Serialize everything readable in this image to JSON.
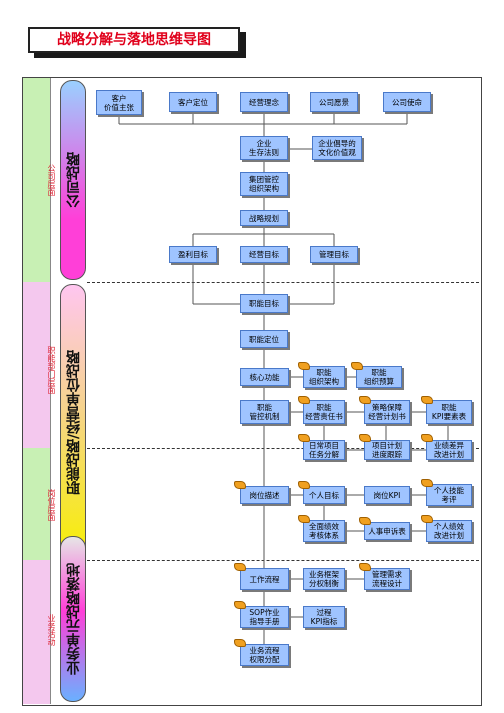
{
  "title": "战略分解与落地思维导图",
  "bands": [
    {
      "id": "company",
      "label": "公司层面",
      "pillar": "公司战略",
      "color": "#c8f0b4"
    },
    {
      "id": "dept",
      "label": "职能部门层面",
      "pillar": "职能战略/经营单位战略",
      "color": "#f4c8ee"
    },
    {
      "id": "post",
      "label": "岗位层面",
      "pillar": "",
      "color": "#c8f0b4"
    },
    {
      "id": "biz",
      "label": "业务活动",
      "pillar": "业务单元战略落地",
      "color": "#f4c8ee"
    }
  ],
  "nodes": {
    "customer_value": "客户\n价值主张",
    "customer_position": "客户定位",
    "business_idea": "经营理念",
    "vision": "公司愿景",
    "mission": "公司使命",
    "survival_rule": "企业\n生存法则",
    "culture_values": "企业倡导的\n文化价值观",
    "group_control": "集团管控\n组织架构",
    "strategy_plan": "战略规划",
    "profit_goal": "盈利目标",
    "business_goal": "经营目标",
    "manage_goal": "管理目标",
    "function_goal": "职能目标",
    "function_position": "职能定位",
    "core_function": "核心功能",
    "function_org": "职能\n组织架构",
    "function_budget": "职能\n组织预算",
    "function_control": "职能\n管控机制",
    "function_duty": "职能\n经营责任书",
    "strategy_plan_book": "策略保障\n经营计划书",
    "function_kpi": "职能\nKPI要素表",
    "daily_task": "日常项目\n任务分解",
    "project_schedule": "项目计划\n进度跟踪",
    "gap_improve": "业绩差异\n改进计划",
    "post_desc": "岗位描述",
    "personal_goal": "个人目标",
    "post_kpi": "岗位KPI",
    "personal_skill": "个人技能\n考评",
    "perf_system": "全面绩效\n考核体系",
    "hr_appeal": "人事申诉表",
    "personal_perf": "个人绩效\n改进计划",
    "work_flow": "工作流程",
    "biz_framework": "业务框架\n分权制衡",
    "manage_req": "管理需求\n流程设计",
    "sop": "SOP作业\n指导手册",
    "process_kpi": "过程\nKPI指标",
    "biz_flow": "业务流程\n权限分配"
  }
}
